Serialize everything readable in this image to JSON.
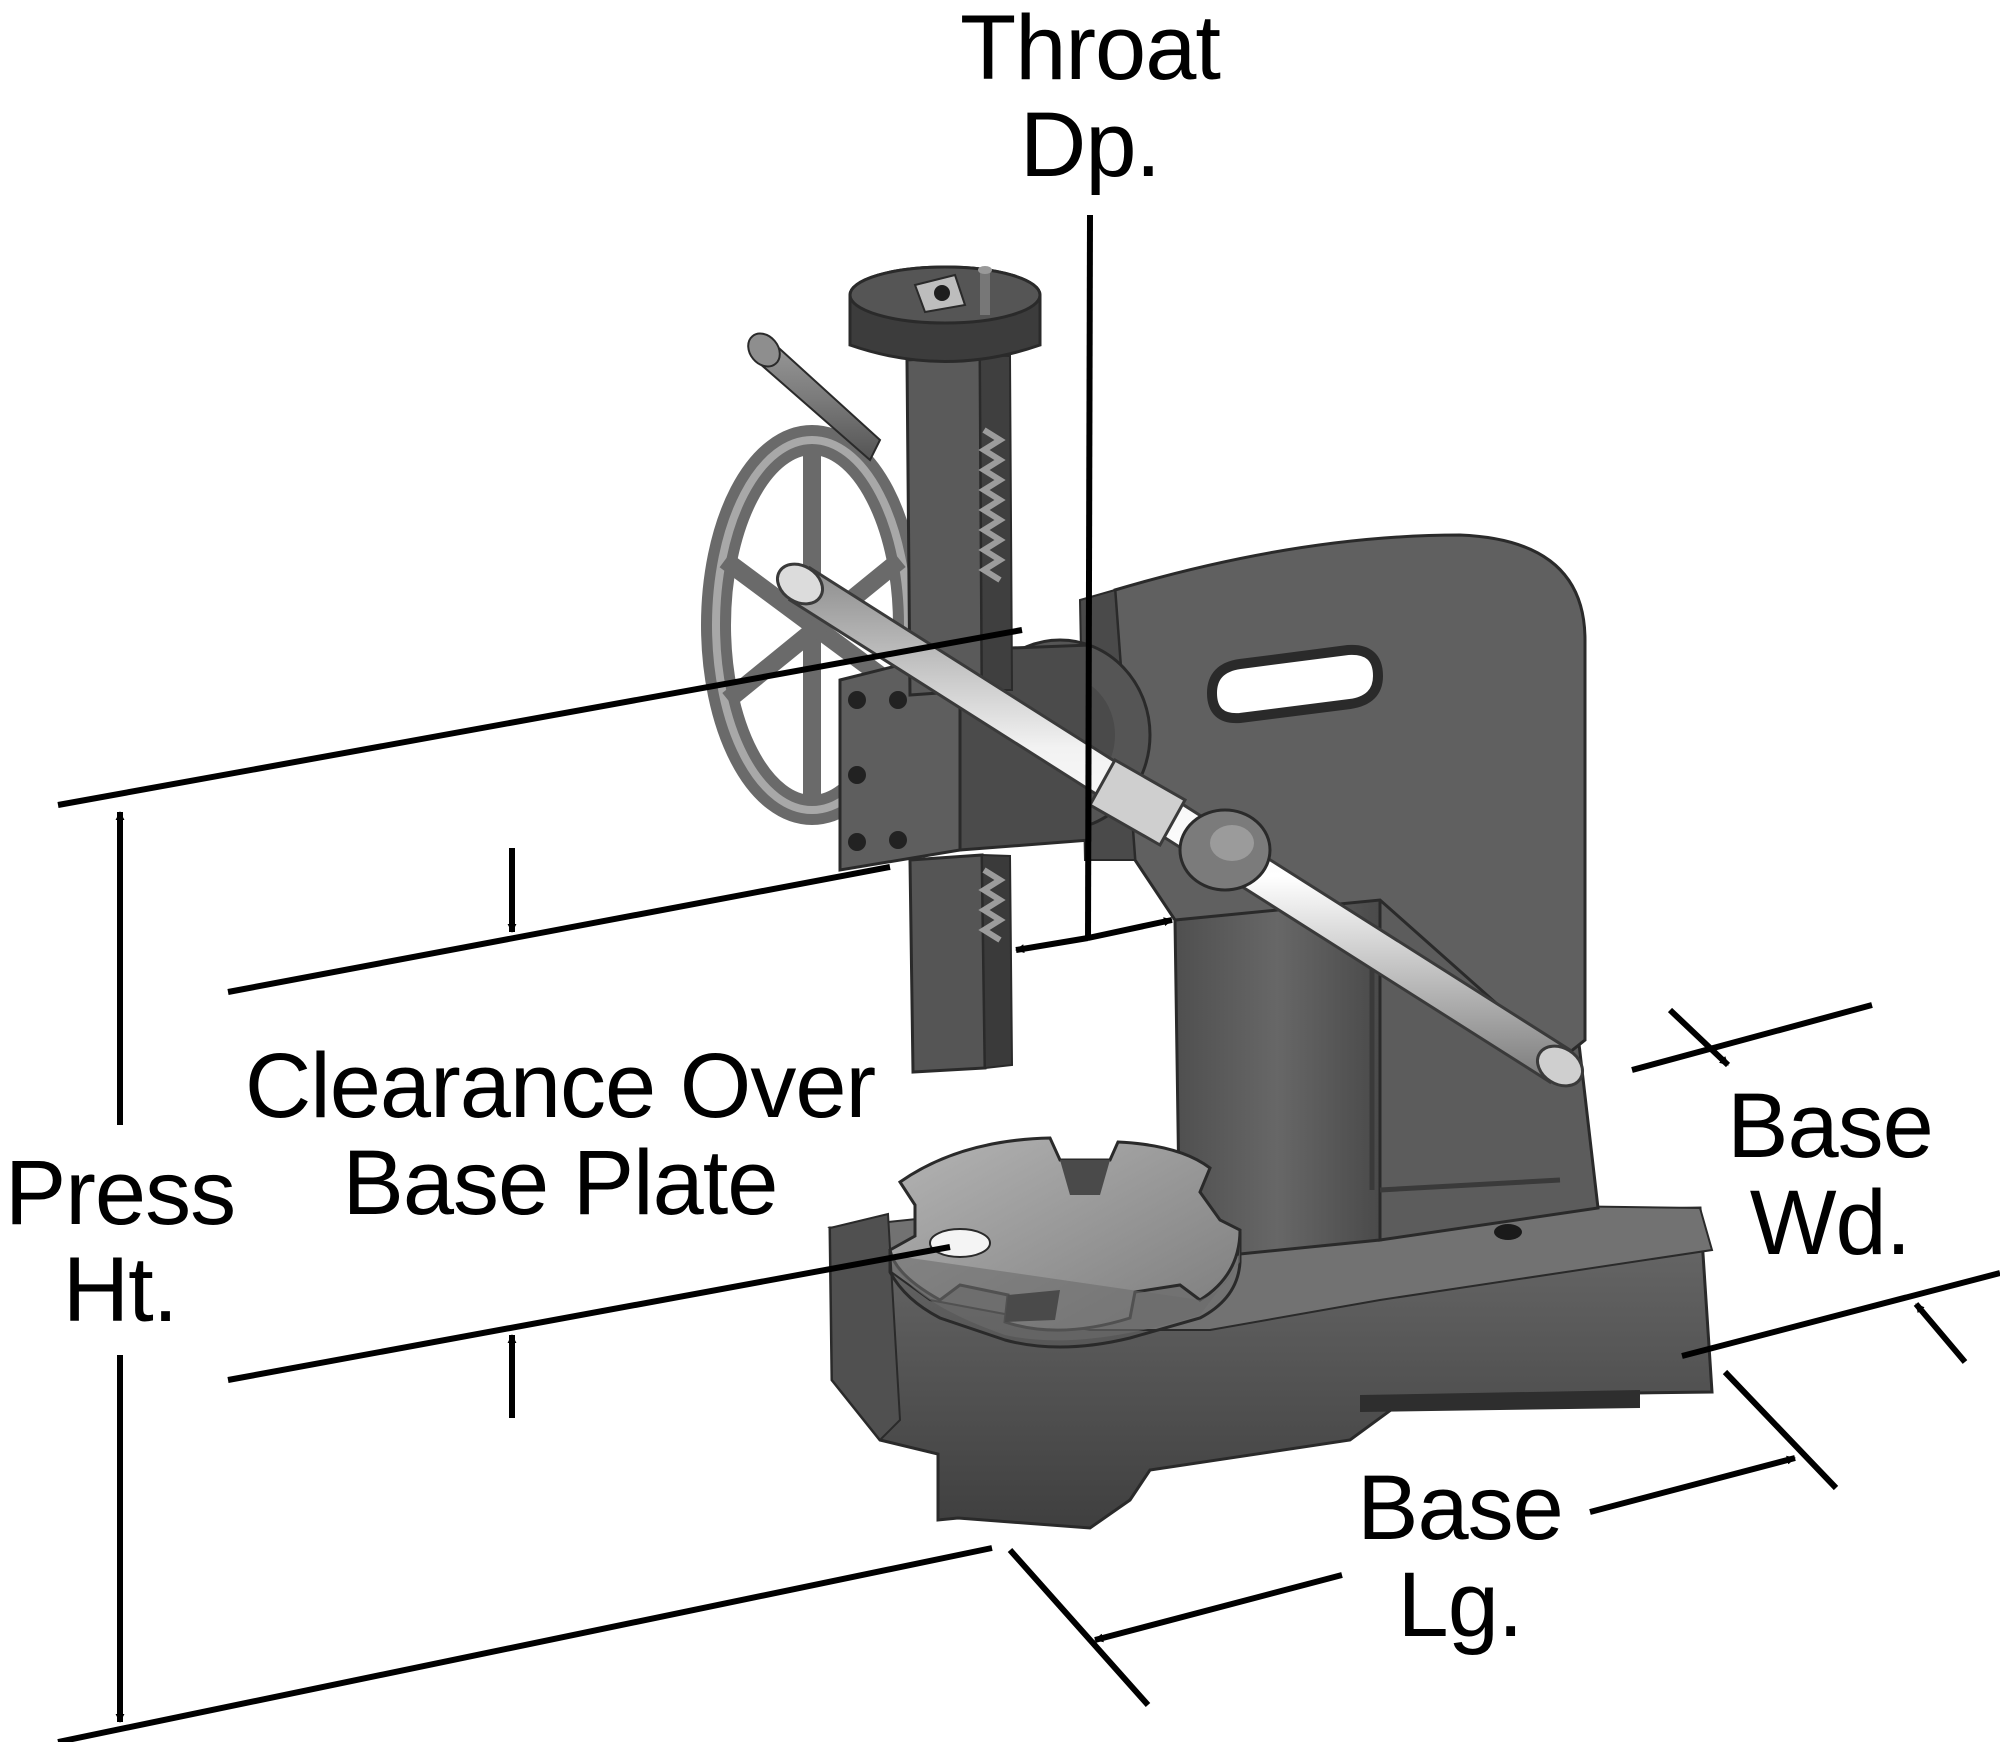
{
  "diagram": {
    "colors": {
      "background": "#ffffff",
      "dimension_lines": "#000000",
      "cast_iron": "#5a5a5a",
      "steel_block": "#9a9a9a",
      "chrome_handle": "#e0e0e0",
      "rubber_grip": "#6f6f6f"
    },
    "labels": {
      "throat_depth": {
        "line1": "Throat",
        "line2": "Dp."
      },
      "clearance": {
        "line1": "Clearance Over",
        "line2": "Base Plate"
      },
      "press_height": {
        "line1": "Press",
        "line2": "Ht."
      },
      "base_width": {
        "line1": "Base",
        "line2": "Wd."
      },
      "base_length": {
        "line1": "Base",
        "line2": "Lg."
      }
    }
  }
}
